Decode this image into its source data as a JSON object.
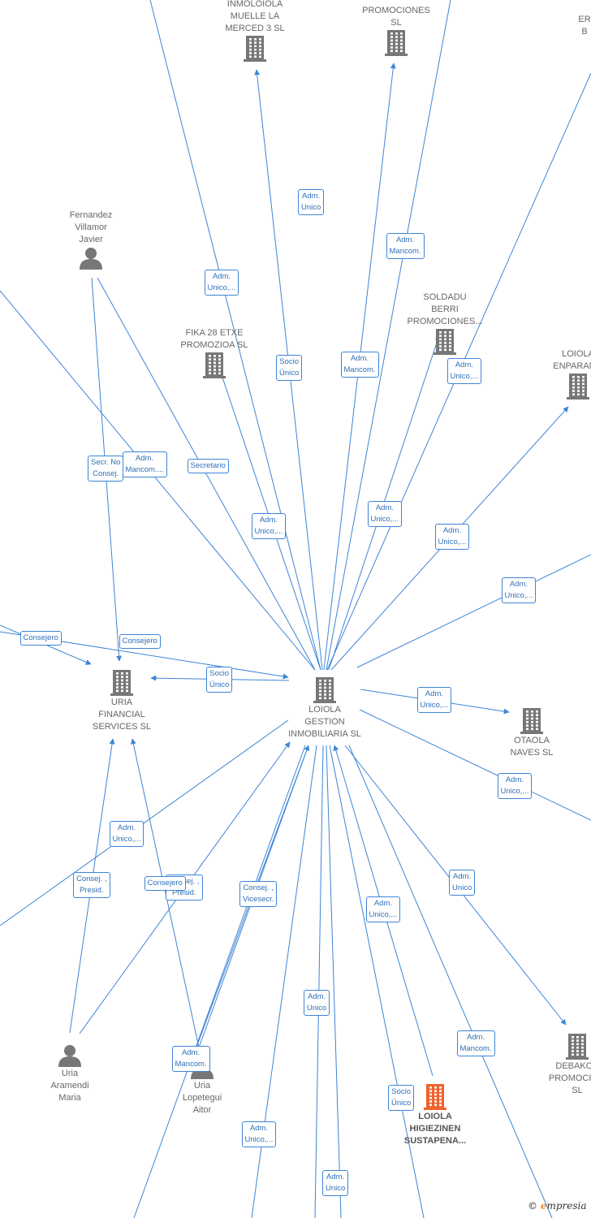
{
  "colors": {
    "edge": "#3d85d6",
    "company": "#777777",
    "person": "#777777",
    "highlight": "#f0622d"
  },
  "nodes": [
    {
      "id": "loiola-gestion",
      "label": "LOIOLA\nGESTION\nINMOBILIARIA SL",
      "kind": "company"
    },
    {
      "id": "uria-financial",
      "label": "URIA\nFINANCIAL\nSERVICES  SL",
      "kind": "company"
    },
    {
      "id": "inmoloiola",
      "label": "INMOLOIOLA\nMUELLE LA\nMERCED 3  SL",
      "kind": "company"
    },
    {
      "id": "promociones-top",
      "label": "PROMOCIONES\nSL",
      "kind": "company"
    },
    {
      "id": "fika28",
      "label": "FIKA 28 ETXE\nPROMOZIOA  SL",
      "kind": "company"
    },
    {
      "id": "soldadu",
      "label": "SOLDADU\nBERRI\nPROMOCIONES...",
      "kind": "company"
    },
    {
      "id": "loiola-enparan",
      "label": "LOIOLA\nENPARAN...",
      "kind": "company"
    },
    {
      "id": "erb",
      "label": "ER\nB",
      "kind": "company"
    },
    {
      "id": "otaola",
      "label": "OTAOLA\nNAVES  SL",
      "kind": "company"
    },
    {
      "id": "debakos",
      "label": "DEBAKOS\nPROMOCIO...\nSL",
      "kind": "company"
    },
    {
      "id": "loiola-higiezinen",
      "label": "LOIOLA\nHIGIEZINEN\nSUSTAPENA...",
      "kind": "company-highlight"
    },
    {
      "id": "fernandez",
      "label": "Fernandez\nVillamor\nJavier",
      "kind": "person"
    },
    {
      "id": "uria-aramendi",
      "label": "Uria\nAramendi\nMaria",
      "kind": "person"
    },
    {
      "id": "uria-lopetegui",
      "label": "Uria\nLopetegui\nAitor",
      "kind": "person"
    }
  ],
  "badges": [
    {
      "id": "b1",
      "text": "Adm.\nUnico"
    },
    {
      "id": "b2",
      "text": "Adm.\nMancom."
    },
    {
      "id": "b3",
      "text": "Adm.\nUnico,..."
    },
    {
      "id": "b4",
      "text": "Socio\nÚnico"
    },
    {
      "id": "b5",
      "text": "Adm.\nMancom."
    },
    {
      "id": "b6",
      "text": "Adm.\nUnico,..."
    },
    {
      "id": "b7",
      "text": "Secretario"
    },
    {
      "id": "b8",
      "text": "Adm.\nMancom...."
    },
    {
      "id": "b9",
      "text": "Secr.  No\nConsej."
    },
    {
      "id": "b10",
      "text": "Adm.\nUnico,..."
    },
    {
      "id": "b11",
      "text": "Adm.\nUnico,..."
    },
    {
      "id": "b12",
      "text": "Adm.\nUnico,..."
    },
    {
      "id": "b13",
      "text": "Adm.\nUnico,..."
    },
    {
      "id": "b14",
      "text": "Consejero"
    },
    {
      "id": "b15",
      "text": "Consejero"
    },
    {
      "id": "b16",
      "text": "Socio\nÚnico"
    },
    {
      "id": "b17",
      "text": "Adm.\nUnico,..."
    },
    {
      "id": "b18",
      "text": "Adm.\nUnico,..."
    },
    {
      "id": "b19",
      "text": "Adm.\nUnico,..."
    },
    {
      "id": "b20",
      "text": "Consej. ,\nPresid."
    },
    {
      "id": "b21",
      "text": "Consej. ,\nPresid."
    },
    {
      "id": "b22",
      "text": "Consejero"
    },
    {
      "id": "b23",
      "text": "Consej. ,\nVicesecr."
    },
    {
      "id": "b24",
      "text": "Adm.\nUnico"
    },
    {
      "id": "b25",
      "text": "Adm.\nUnico,..."
    },
    {
      "id": "b26",
      "text": "Adm.\nUnico"
    },
    {
      "id": "b27",
      "text": "Adm.\nMancom."
    },
    {
      "id": "b28",
      "text": "Adm.\nMancom."
    },
    {
      "id": "b29",
      "text": "Socio\nÚnico"
    },
    {
      "id": "b30",
      "text": "Adm.\nUnico,..."
    },
    {
      "id": "b31",
      "text": "Adm.\nUnico"
    }
  ],
  "watermark": {
    "copyright": "©",
    "brand_e": "e",
    "brand_rest": "mpresia"
  }
}
